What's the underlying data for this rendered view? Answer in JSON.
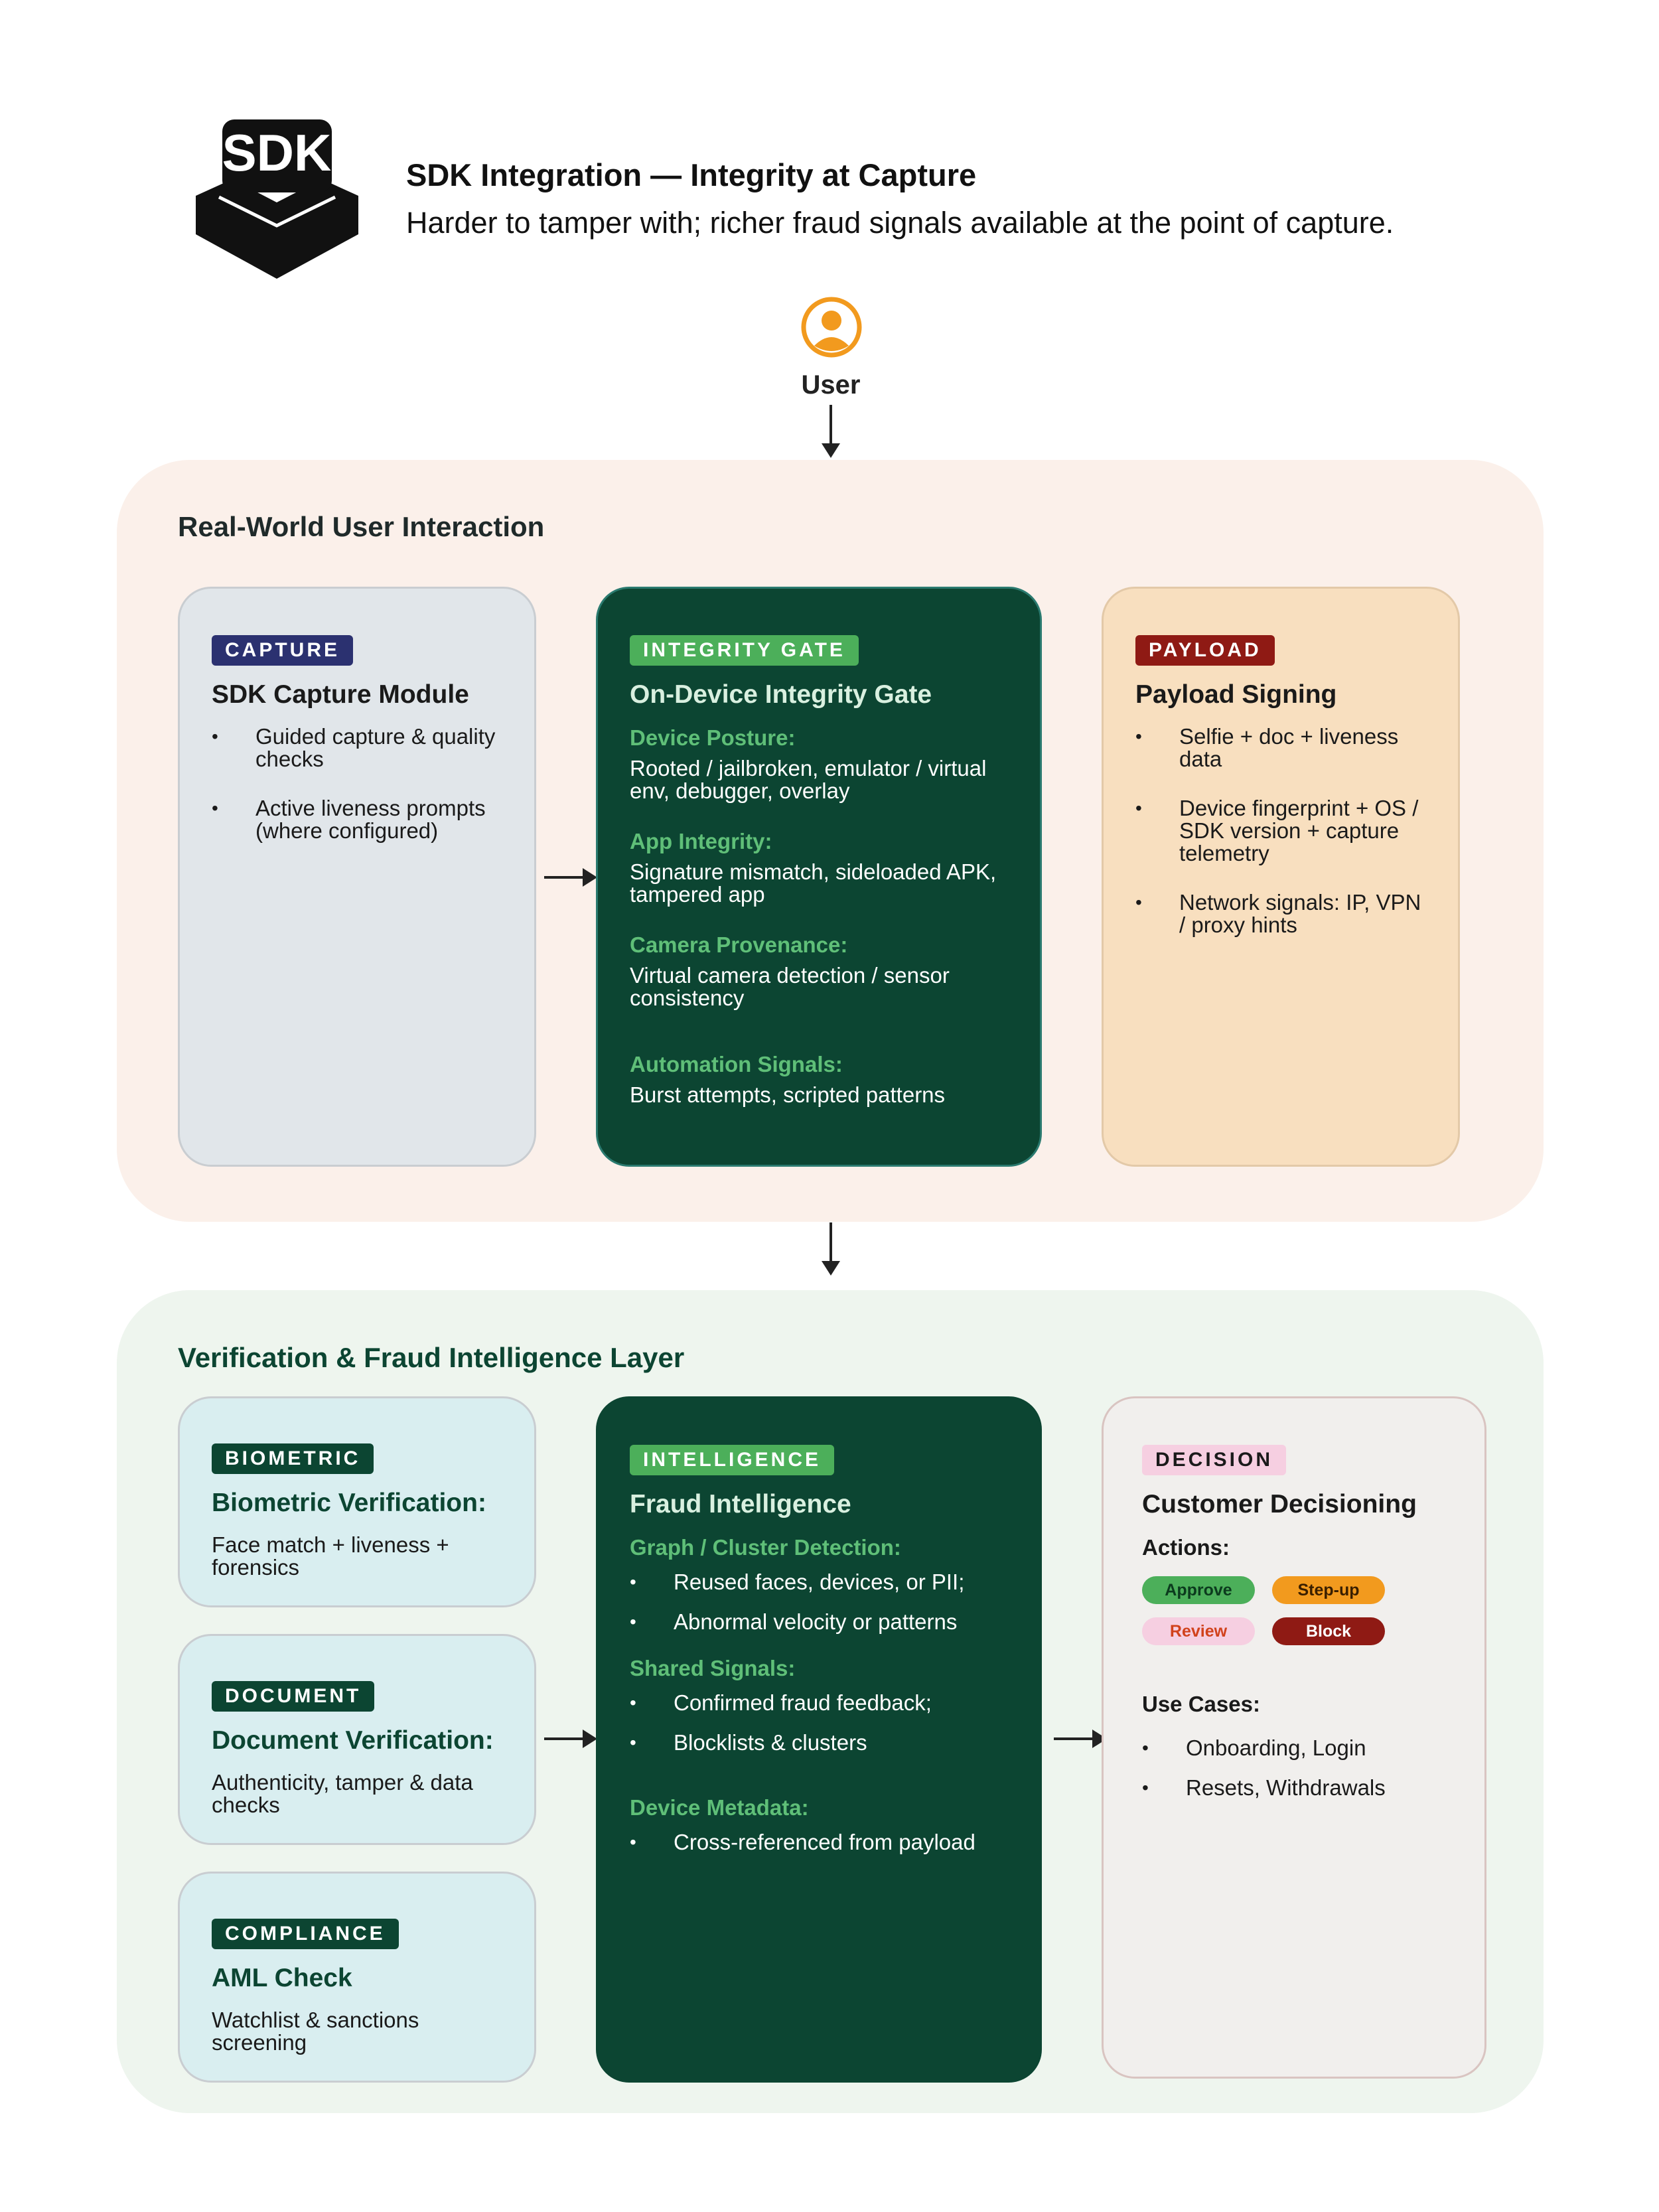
{
  "header": {
    "logo_text": "SDK",
    "title": "SDK Integration — Integrity at Capture",
    "subtitle": "Harder to tamper with; richer fraud signals available at the point of capture."
  },
  "user": {
    "label": "User",
    "icon": "user-circle-icon"
  },
  "colors": {
    "accent_orange": "#f29a1e",
    "dark_green": "#0c4532",
    "badge_green": "#4caf5a",
    "capture_navy": "#2b3170",
    "payload_red": "#8f1a14",
    "decision_pink": "#f6cfe1"
  },
  "section1": {
    "title": "Real-World User Interaction",
    "capture": {
      "badge": "CAPTURE",
      "title": "SDK Capture Module",
      "bullets": [
        "Guided capture & quality checks",
        "Active liveness prompts (where configured)"
      ]
    },
    "integrity": {
      "badge": "INTEGRITY GATE",
      "title": "On-Device Integrity Gate",
      "groups": [
        {
          "head": "Device Posture:",
          "text": "Rooted / jailbroken, emulator / virtual env, debugger, overlay"
        },
        {
          "head": "App Integrity:",
          "text": "Signature mismatch, sideloaded APK, tampered app"
        },
        {
          "head": "Camera Provenance:",
          "text": "Virtual camera detection / sensor consistency"
        },
        {
          "head": "Automation Signals:",
          "text": "Burst attempts, scripted patterns"
        }
      ]
    },
    "payload": {
      "badge": "PAYLOAD",
      "title": "Payload Signing",
      "bullets": [
        "Selfie + doc + liveness data",
        "Device fingerprint + OS / SDK version + capture telemetry",
        "Network signals: IP, VPN / proxy hints"
      ]
    }
  },
  "section2": {
    "title": "Verification & Fraud Intelligence Layer",
    "biometric": {
      "badge": "BIOMETRIC",
      "title": "Biometric Verification:",
      "text": "Face match + liveness + forensics"
    },
    "document": {
      "badge": "DOCUMENT",
      "title": "Document Verification:",
      "text": "Authenticity, tamper & data checks"
    },
    "compliance": {
      "badge": "COMPLIANCE",
      "title": "AML Check",
      "text": "Watchlist & sanctions screening"
    },
    "intelligence": {
      "badge": "INTELLIGENCE",
      "title": "Fraud Intelligence",
      "groups": [
        {
          "head": "Graph / Cluster Detection:",
          "bullets": [
            "Reused faces, devices, or PII;",
            "Abnormal velocity or patterns"
          ]
        },
        {
          "head": "Shared Signals:",
          "bullets": [
            "Confirmed fraud feedback;",
            "Blocklists & clusters"
          ]
        },
        {
          "head": "Device Metadata:",
          "bullets": [
            "Cross-referenced from payload"
          ]
        }
      ]
    },
    "decision": {
      "badge": "DECISION",
      "title": "Customer Decisioning",
      "actions_label": "Actions:",
      "actions": [
        "Approve",
        "Step-up",
        "Review",
        "Block"
      ],
      "use_cases_label": "Use Cases:",
      "use_cases": [
        "Onboarding, Login",
        "Resets, Withdrawals"
      ]
    }
  }
}
